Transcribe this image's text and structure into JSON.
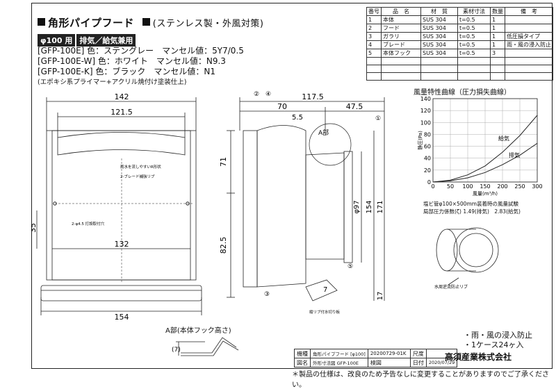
{
  "header": {
    "title": "角形パイプフード",
    "subtitle": "(ステンレス製・外風対策)",
    "badge_size": "φ100 用",
    "badge_type": "排気／給気兼用",
    "specs": [
      "[GFP-100E] 色：ステングレー　マンセル値：5Y7/0.5",
      "[GFP-100E-W] 色：ホワイト　マンセル値：N9.3",
      "[GFP-100E-K] 色：ブラック　マンセル値：N1"
    ],
    "coating_note": "(エポキシ系プライマー+アクリル焼付け塗装仕上)"
  },
  "parts_table": {
    "headers": [
      "番号",
      "品　名",
      "材　質",
      "素材寸法",
      "数量",
      "備　考"
    ],
    "rows": [
      [
        "1",
        "本体",
        "SUS 304",
        "t=0.5",
        "1",
        ""
      ],
      [
        "2",
        "フード",
        "SUS 304",
        "t=0.5",
        "1",
        ""
      ],
      [
        "3",
        "ガラリ",
        "SUS 304",
        "t=0.5",
        "1",
        "低圧損タイプ"
      ],
      [
        "4",
        "ブレード",
        "SUS 304",
        "t=0.5",
        "1",
        "雨・風の浸入防止"
      ],
      [
        "5",
        "本体フック",
        "SUS 304",
        "t=0.5",
        "3",
        ""
      ]
    ]
  },
  "front_view": {
    "dims": [
      "142",
      "121.5",
      "132",
      "35",
      "154"
    ],
    "callouts": [
      "雨水を流しやすいR形状",
      "2-ブレード補強リブ",
      "2-φ4.5 打設取付穴"
    ]
  },
  "side_view": {
    "dims": [
      "117.5",
      "70",
      "47.5",
      "5.5",
      "71",
      "82.5",
      "φ97",
      "154",
      "171",
      "17",
      "7"
    ],
    "part_numbers": [
      "①",
      "②",
      "③",
      "④",
      "⑤"
    ],
    "detail_label": "A部",
    "bottom_callout": "縦リブ付水切り板"
  },
  "chart_data": {
    "type": "line",
    "title": "風量特性曲線（圧力損失曲線）",
    "xlabel": "風量(m³/h)",
    "ylabel": "静圧(Pa)",
    "xlim": [
      0,
      300
    ],
    "ylim": [
      0,
      140
    ],
    "xticks": [
      0,
      50,
      100,
      150,
      200,
      250,
      300
    ],
    "yticks": [
      0,
      20,
      40,
      60,
      80,
      100,
      120,
      140
    ],
    "series": [
      {
        "name": "給気",
        "x": [
          0,
          50,
          100,
          150,
          200,
          250,
          300
        ],
        "y": [
          0,
          3,
          12,
          27,
          50,
          78,
          112
        ]
      },
      {
        "name": "排気",
        "x": [
          0,
          50,
          100,
          150,
          200,
          250,
          300
        ],
        "y": [
          0,
          2,
          7,
          16,
          29,
          45,
          65
        ]
      }
    ],
    "grid": true
  },
  "chart_notes": [
    "塩ビ管φ100×500mm装着時の風量試験",
    "局部圧力係数(ζ) 1.49(排気)　2.83(給気)"
  ],
  "iso_view": {
    "callout": "水周逆流防止リブ"
  },
  "detail_a": {
    "label": "A部(本体フック高さ)",
    "dim": "(7)"
  },
  "features": [
    "・雨・風の浸入防止",
    "・1ケース24ヶ入"
  ],
  "title_block": {
    "model_label": "機種",
    "model_value": "角形パイプフード [φ100]",
    "drawing_no": "20200729-01K",
    "size_label": "尺度",
    "name_label": "図名",
    "name_value": "外形寸法図 GFP-100E",
    "check_label": "検図",
    "date_label": "日付",
    "date_value": "2020/07/29"
  },
  "company": "高須産業株式会社",
  "footer_note": "＊製品の仕様は、改良のため予告なしに変更することがありますのでご了承ください。"
}
